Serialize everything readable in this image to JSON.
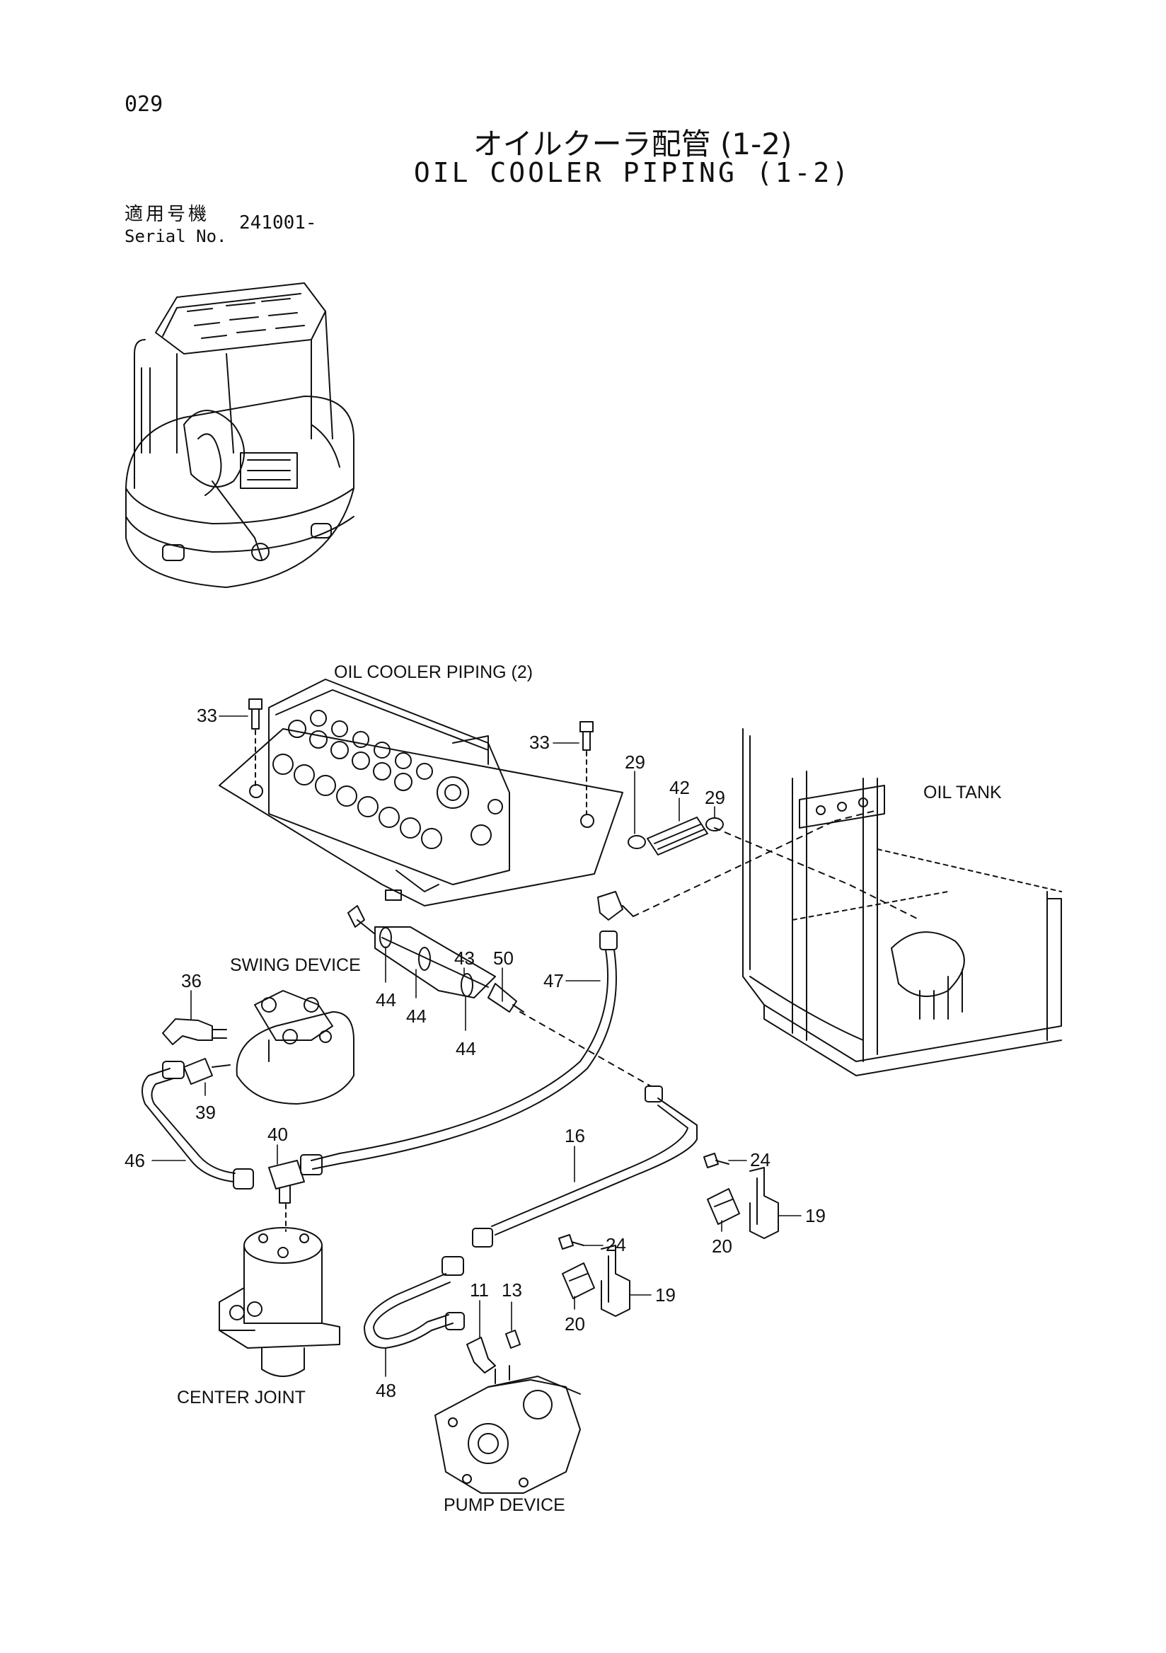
{
  "page_number": "029",
  "title_jp": "オイルクーラ配管 (1-2)",
  "title_en": "OIL COOLER PIPING (1-2)",
  "serial_label_jp": "適用号機",
  "serial_label_en": "Serial No.",
  "serial_value": "241001-",
  "labels": {
    "oil_cooler_piping_2": "OIL COOLER PIPING (2)",
    "oil_tank": "OIL TANK",
    "swing_device": "SWING DEVICE",
    "center_joint": "CENTER JOINT",
    "pump_device": "PUMP DEVICE"
  },
  "callouts": {
    "p33a": "33",
    "p33b": "33",
    "p29a": "29",
    "p42": "42",
    "p29b": "29",
    "p43": "43",
    "p50": "50",
    "p47": "47",
    "p36": "36",
    "p44a": "44",
    "p44b": "44",
    "p44c": "44",
    "p39": "39",
    "p40": "40",
    "p46": "46",
    "p16": "16",
    "p24a": "24",
    "p19a": "19",
    "p20a": "20",
    "p24b": "24",
    "p19b": "19",
    "p20b": "20",
    "p11": "11",
    "p13": "13",
    "p48": "48"
  }
}
